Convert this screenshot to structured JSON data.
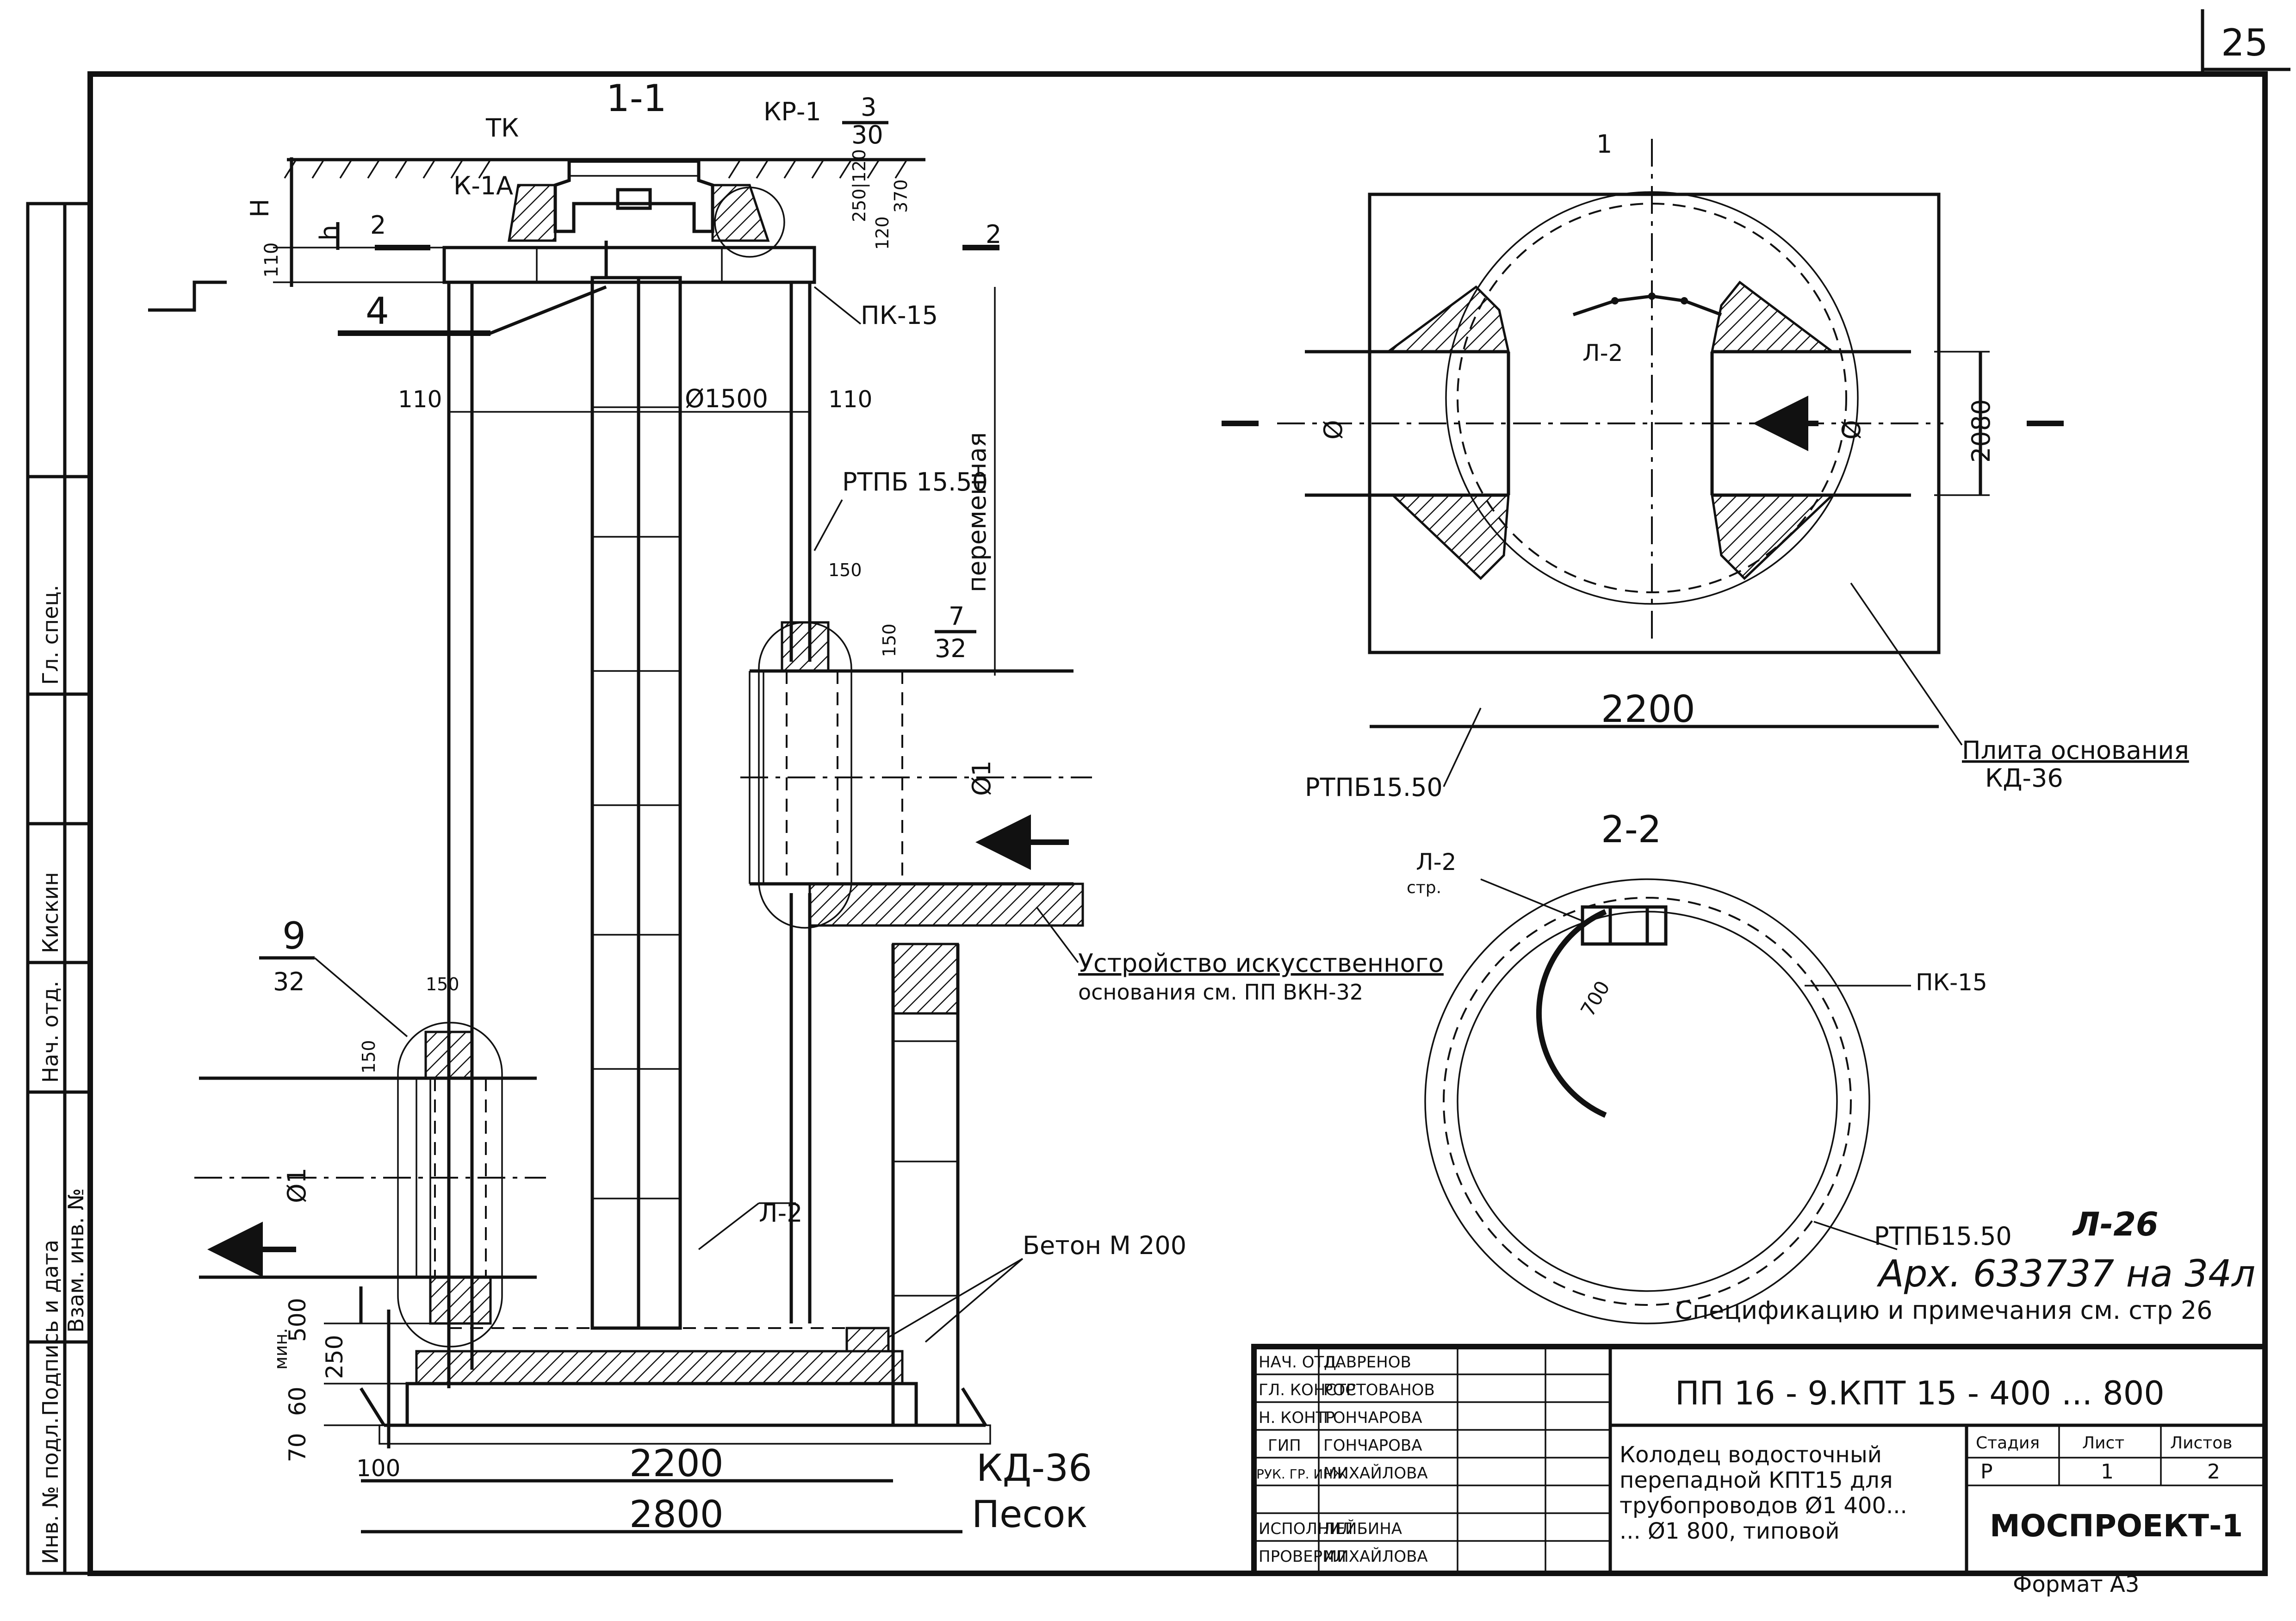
{
  "page_number": "25",
  "section_1_1": {
    "title": "1-1",
    "tk": "ТК",
    "kr1": "КР-1",
    "k1a": "К-1А",
    "ref_3_30": {
      "num": "3",
      "den": "30"
    },
    "h_label": "H",
    "h_small": "h",
    "d110_top": "110",
    "marker_2_left": "2",
    "marker_2_right": "2",
    "label_4": "4",
    "pk15": "ПК-15",
    "dim_250_120": "250|120",
    "dim_120": "120",
    "dim_370": "370",
    "dim_110_left": "110",
    "dim_110_right": "110",
    "diam_1500": "Ø1500",
    "rtpb": "РТПБ 15.50",
    "variable": "переменная",
    "dim_150_a": "150",
    "dim_150_b": "150",
    "ref_7_32": {
      "num": "7",
      "den": "32"
    },
    "diam_d1_right": "Ø1",
    "ref_9_32": {
      "num": "9",
      "den": "32"
    },
    "dim_150_c": "150",
    "dim_150_d": "150",
    "diam_d1_left": "Ø1",
    "l2": "Л-2",
    "foundation_1": "Устройство искусственного",
    "foundation_2": "основания см. ПП ВКН-32",
    "concrete": "Бетон М 200",
    "min": "мин.",
    "dim_500": "500",
    "dim_250": "250",
    "dim_60": "60",
    "dim_70": "70",
    "dim_100": "100",
    "dim_2200": "2200",
    "dim_2800": "2800",
    "kd36": "КД-36",
    "sand": "Песок"
  },
  "plan": {
    "l2": "Л-2",
    "dim_2080": "2080",
    "dim_2200": "2200",
    "rtpb": "РТПБ15.50",
    "base_plate_1": "Плита основания",
    "base_plate_2": "КД-36",
    "section_mark": "1",
    "d_left": "Ø",
    "d_right": "Ø"
  },
  "section_2_2": {
    "title": "2-2",
    "l2": "Л-2",
    "str": "стр.",
    "dim_700": "700",
    "pk15": "ПК-15",
    "rtpb": "РТПБ15.50"
  },
  "archive": {
    "l26": "Л-26",
    "number": "Арх. 633737 на 34л"
  },
  "spec_note": "Спецификацию и примечания см. стр 26",
  "title_block": {
    "rows": [
      {
        "role": "НАЧ. ОТД.",
        "name": "ЛАВРЕНОВ"
      },
      {
        "role": "ГЛ. КОНСТР",
        "name": "РОСТОВАНОВ"
      },
      {
        "role": "Н. КОНТР",
        "name": "ГОНЧАРОВА"
      },
      {
        "role": "ГИП",
        "name": "ГОНЧАРОВА"
      },
      {
        "role": "РУК. ГР. ИНЖ",
        "name": "МИХАЙЛОВА"
      },
      {
        "role": "",
        "name": ""
      },
      {
        "role": "ИСПОЛНИЛ",
        "name": "ЛЕЙБИНА"
      },
      {
        "role": "ПРОВЕРИЛ",
        "name": "МИХАЙЛОВА"
      }
    ],
    "code": "ПП 16 - 9.КПТ 15 - 400 ... 800",
    "description_1": "Колодец водосточный",
    "description_2": "перепадной КПТ15 для",
    "description_3": "трубопроводов Ø1 400...",
    "description_4": "... Ø1 800, типовой",
    "stage_h": "Стадия",
    "sheet_h": "Лист",
    "sheets_h": "Листов",
    "stage": "Р",
    "sheet": "1",
    "sheets": "2",
    "org": "МОСПРОЕКТ-1",
    "format": "Формат А3"
  },
  "side_stamp": [
    "Инв. № подл.",
    "Подпись и дата",
    "Взам. инв. №",
    "Нач. отд.",
    "Кискин",
    "Гл. спец."
  ]
}
